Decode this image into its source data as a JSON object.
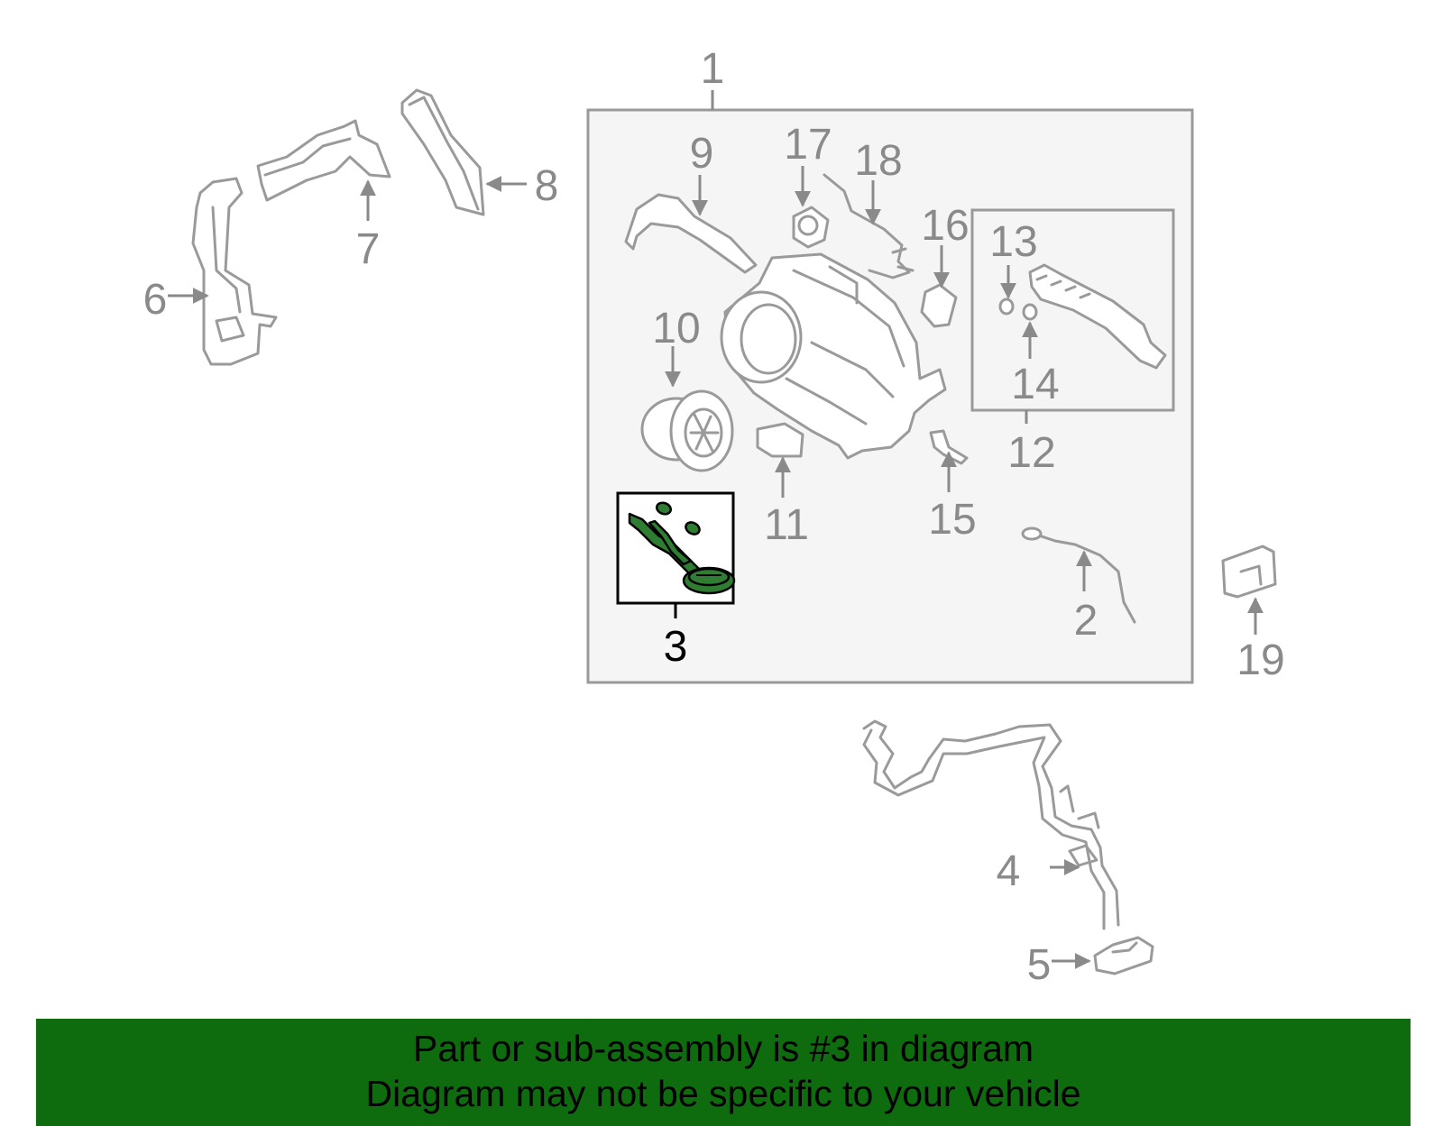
{
  "callouts": {
    "c1": "1",
    "c2": "2",
    "c3": "3",
    "c4": "4",
    "c5": "5",
    "c6": "6",
    "c7": "7",
    "c8": "8",
    "c9": "9",
    "c10": "10",
    "c11": "11",
    "c12": "12",
    "c13": "13",
    "c14": "14",
    "c15": "15",
    "c16": "16",
    "c17": "17",
    "c18": "18",
    "c19": "19"
  },
  "highlighted_part": "3",
  "banner": {
    "line1": "Part or sub-assembly is #3 in diagram",
    "line2": "Diagram may not be specific to your vehicle"
  },
  "colors": {
    "highlight": "#2e7d32",
    "banner": "#0e6b0e",
    "line": "#9a9a9a",
    "panel": "#f5f5f5"
  }
}
